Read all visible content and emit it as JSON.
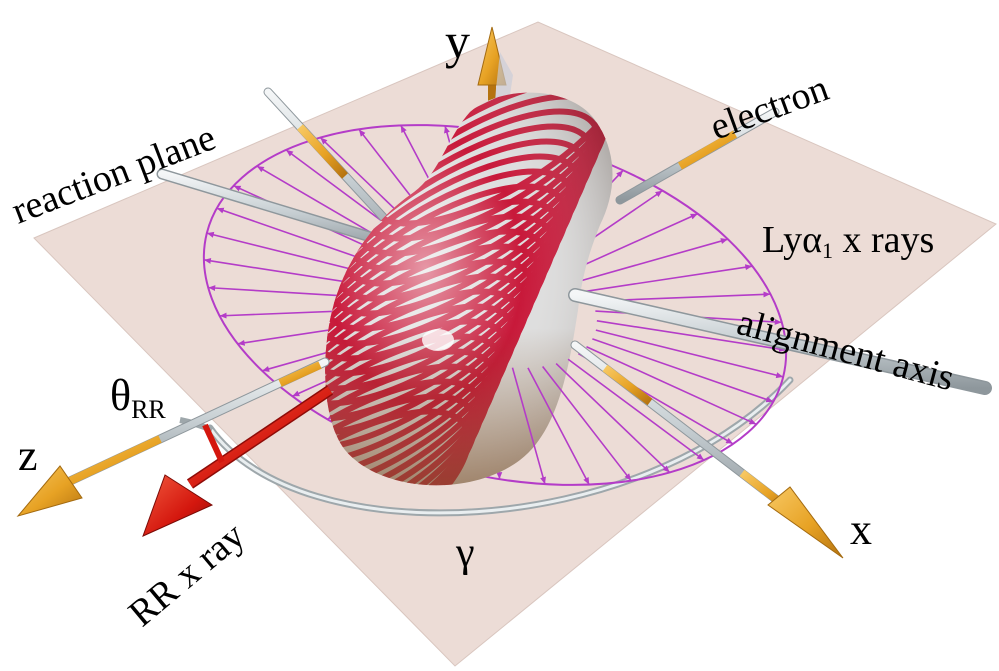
{
  "labels": {
    "y_axis": "y",
    "x_axis": "x",
    "z_axis": "z",
    "electron": "electron",
    "reaction_plane": "reaction plane",
    "lya_main": "Lyα",
    "lya_sub": "1",
    "lya_tail": " x rays",
    "alignment_axis": "alignment axis",
    "theta_main": "θ",
    "theta_sub": "RR",
    "rr_xray": "RR x ray",
    "gamma": "γ"
  },
  "colors": {
    "plane": "#ecdcd6",
    "axis_orange": "#e7a224",
    "rod_gray": "#c6ced2",
    "stripe_red": "#c8193a",
    "shell_light": "#dedede",
    "pattern_purple": "#b43cc8",
    "rr_red": "#d4170e"
  }
}
